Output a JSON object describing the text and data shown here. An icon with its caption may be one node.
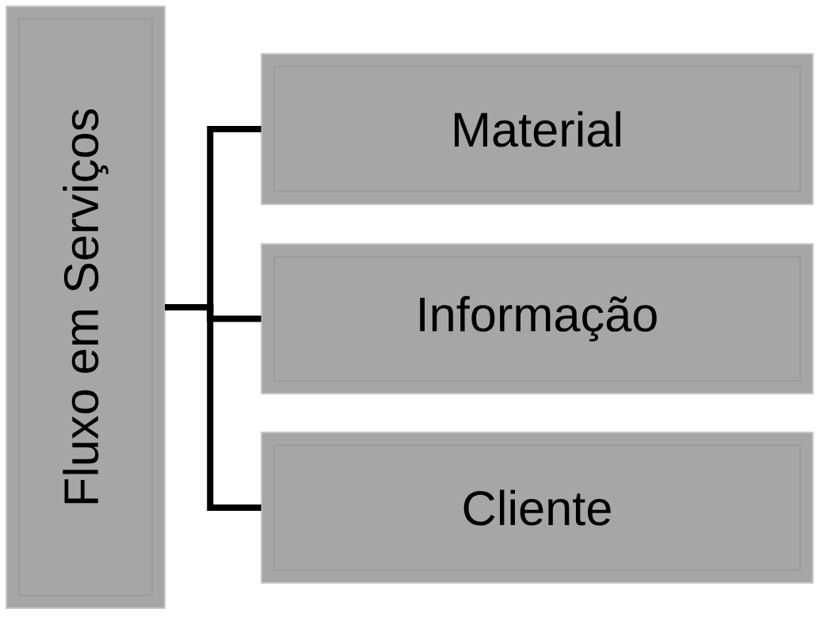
{
  "diagram": {
    "nodes": [
      {
        "text": [
          "Fluxo em Serviços"
        ]
      },
      {
        "text": [
          "Material"
        ]
      },
      {
        "text": [
          "Informação"
        ]
      },
      {
        "text": [
          "Cliente"
        ]
      }
    ],
    "edges": [
      {
        "from": 0,
        "to": 1,
        "arrow": "none"
      },
      {
        "from": 0,
        "to": 2,
        "arrow": "none"
      },
      {
        "from": 0,
        "to": 3,
        "arrow": "none"
      }
    ]
  }
}
